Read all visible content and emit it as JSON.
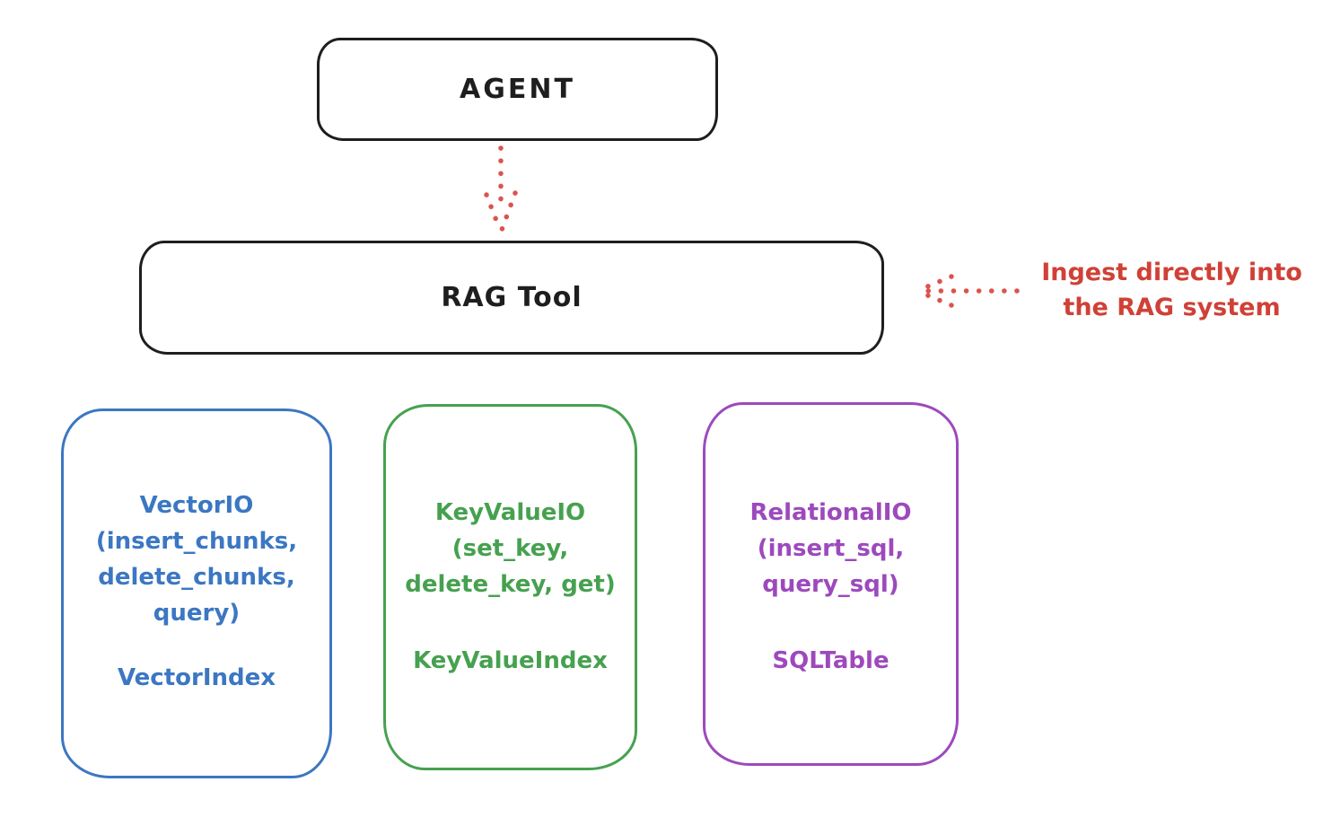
{
  "diagram": {
    "background": "#ffffff",
    "stroke_black": "#1e1e1e",
    "arrow_color": "#da544e",
    "agent": {
      "label": "AGENT",
      "color": "#1e1e1e"
    },
    "rag_tool": {
      "label": "RAG Tool",
      "color": "#1e1e1e"
    },
    "providers": [
      {
        "id": "vector-io",
        "color": "#3b77c2",
        "lines": [
          "VectorIO",
          "(insert_chunks,",
          "delete_chunks,",
          "query)"
        ],
        "index_label": "VectorIndex"
      },
      {
        "id": "keyvalue-io",
        "color": "#46a14f",
        "lines": [
          "KeyValueIO",
          "(set_key,",
          "delete_key, get)"
        ],
        "index_label": "KeyValueIndex"
      },
      {
        "id": "relational-io",
        "color": "#9d49bd",
        "lines": [
          "RelationalIO",
          "(insert_sql,",
          "query_sql)"
        ],
        "index_label": "SQLTable"
      }
    ],
    "annotation": {
      "color": "#cf4136",
      "lines": [
        "Ingest directly into",
        "the RAG system"
      ]
    }
  }
}
